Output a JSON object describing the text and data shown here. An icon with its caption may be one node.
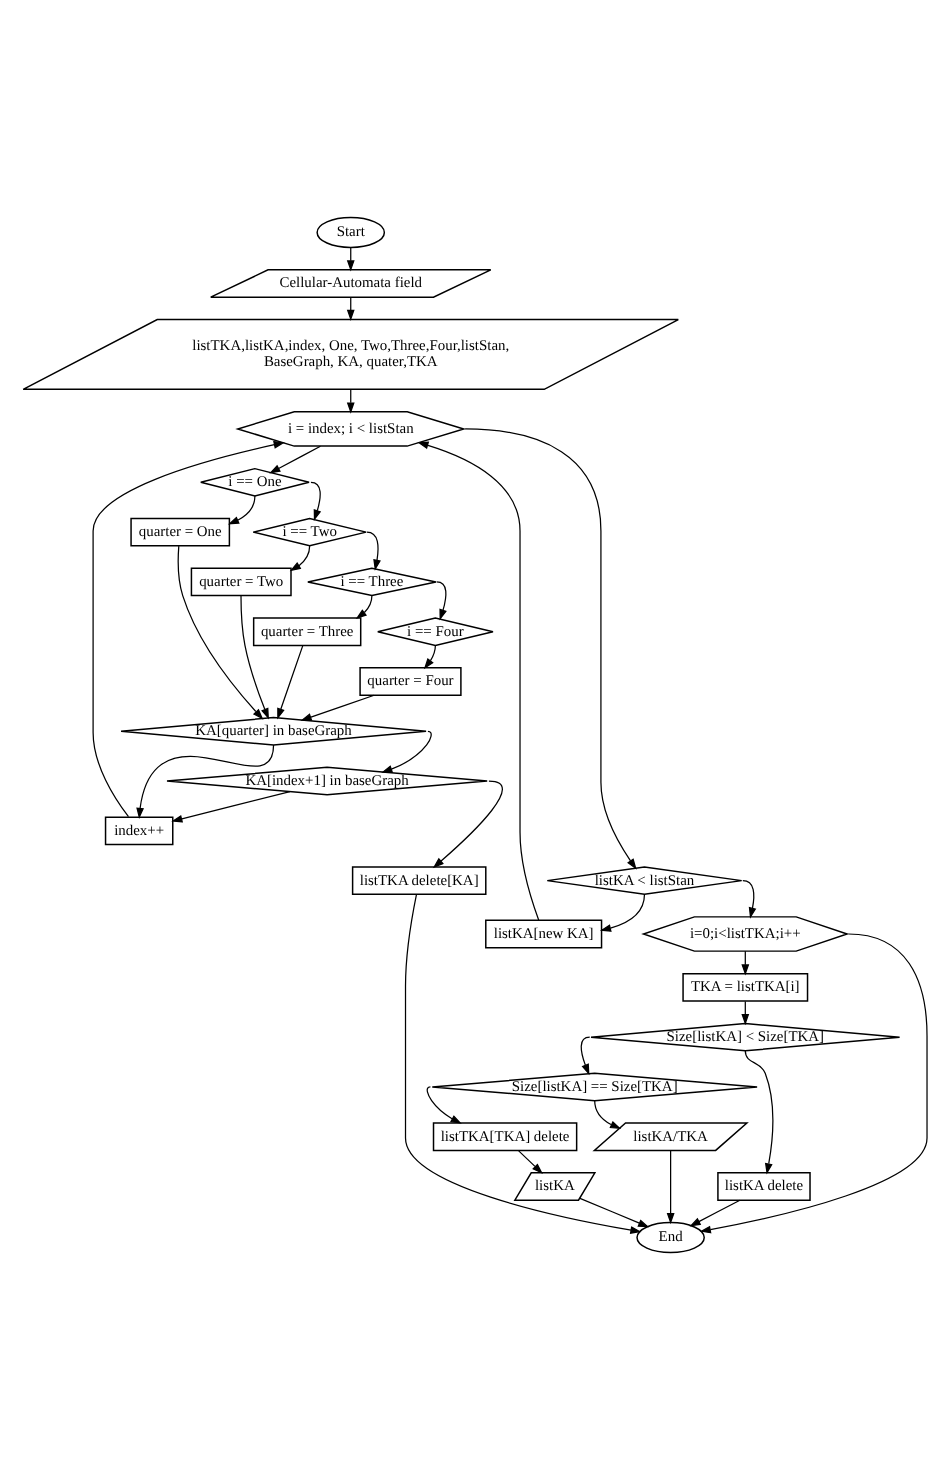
{
  "diagram": {
    "nodes": [
      {
        "text": [
          "Start"
        ]
      },
      {
        "text": [
          "Cellular-Automata field"
        ]
      },
      {
        "text": [
          "listTKA,listKA,index, One, Two,Three,Four,listStan, BaseGraph, KA, quater,TKA"
        ]
      },
      {
        "text": [
          "i = index; i < listStan"
        ]
      },
      {
        "text": [
          "i == One"
        ]
      },
      {
        "text": [
          "i == Two"
        ]
      },
      {
        "text": [
          "quarter = One"
        ]
      },
      {
        "text": [
          "i == Three"
        ]
      },
      {
        "text": [
          "quarter = Two"
        ]
      },
      {
        "text": [
          "i == Four"
        ]
      },
      {
        "text": [
          "quarter = Three"
        ]
      },
      {
        "text": [
          "quarter = Four"
        ]
      },
      {
        "text": [
          "KA[quarter] in baseGraph"
        ]
      },
      {
        "text": [
          "KA[index+1] in baseGraph"
        ]
      },
      {
        "text": [
          "listTKA delete[KA]"
        ]
      },
      {
        "text": [
          "index++"
        ]
      },
      {
        "text": [
          "listKA < listStan"
        ]
      },
      {
        "text": [
          "i=0;i<listTKA;i++"
        ]
      },
      {
        "text": [
          "listKA[new KA]"
        ]
      },
      {
        "text": [
          "TKA = listTKA[i]"
        ]
      },
      {
        "text": [
          "Size[listKA] < Size[TKA]"
        ]
      },
      {
        "text": [
          "Size[listKA] == Size[TKA]"
        ]
      },
      {
        "text": [
          "listKA delete"
        ]
      },
      {
        "text": [
          "listTKA[TKA] delete"
        ]
      },
      {
        "text": [
          "listKA/TKA"
        ]
      },
      {
        "text": [
          "listKA"
        ]
      },
      {
        "text": [
          "End"
        ]
      }
    ],
    "edges": [
      {
        "from": 0,
        "to": 1,
        "arrow": "to"
      },
      {
        "from": 1,
        "to": 2,
        "arrow": "to"
      },
      {
        "from": 2,
        "to": 3,
        "arrow": "to"
      },
      {
        "from": 3,
        "to": 4,
        "arrow": "to"
      },
      {
        "from": 4,
        "to": 5,
        "arrow": "to"
      },
      {
        "from": 4,
        "to": 6,
        "arrow": "to"
      },
      {
        "from": 5,
        "to": 7,
        "arrow": "to"
      },
      {
        "from": 5,
        "to": 8,
        "arrow": "to"
      },
      {
        "from": 7,
        "to": 9,
        "arrow": "to"
      },
      {
        "from": 7,
        "to": 10,
        "arrow": "to"
      },
      {
        "from": 9,
        "to": 11,
        "arrow": "to"
      },
      {
        "from": 6,
        "to": 12,
        "arrow": "to"
      },
      {
        "from": 8,
        "to": 12,
        "arrow": "to"
      },
      {
        "from": 10,
        "to": 12,
        "arrow": "to"
      },
      {
        "from": 11,
        "to": 12,
        "arrow": "to"
      },
      {
        "from": 12,
        "to": 13,
        "arrow": "to"
      },
      {
        "from": 12,
        "to": 15,
        "arrow": "to"
      },
      {
        "from": 13,
        "to": 15,
        "arrow": "to"
      },
      {
        "from": 13,
        "to": 14,
        "arrow": "to"
      },
      {
        "from": 15,
        "to": 3,
        "arrow": "to"
      },
      {
        "from": 3,
        "to": 16,
        "arrow": "to"
      },
      {
        "from": 16,
        "to": 17,
        "arrow": "to"
      },
      {
        "from": 16,
        "to": 18,
        "arrow": "to"
      },
      {
        "from": 18,
        "to": 3,
        "arrow": "to"
      },
      {
        "from": 17,
        "to": 19,
        "arrow": "to"
      },
      {
        "from": 19,
        "to": 20,
        "arrow": "to"
      },
      {
        "from": 20,
        "to": 21,
        "arrow": "to"
      },
      {
        "from": 20,
        "to": 22,
        "arrow": "to"
      },
      {
        "from": 21,
        "to": 23,
        "arrow": "to"
      },
      {
        "from": 21,
        "to": 24,
        "arrow": "to"
      },
      {
        "from": 23,
        "to": 25,
        "arrow": "to"
      },
      {
        "from": 24,
        "to": 26,
        "arrow": "to"
      },
      {
        "from": 25,
        "to": 26,
        "arrow": "to"
      },
      {
        "from": 22,
        "to": 26,
        "arrow": "to"
      },
      {
        "from": 14,
        "to": 26,
        "arrow": "to"
      },
      {
        "from": 17,
        "to": 26,
        "arrow": "to"
      }
    ]
  }
}
